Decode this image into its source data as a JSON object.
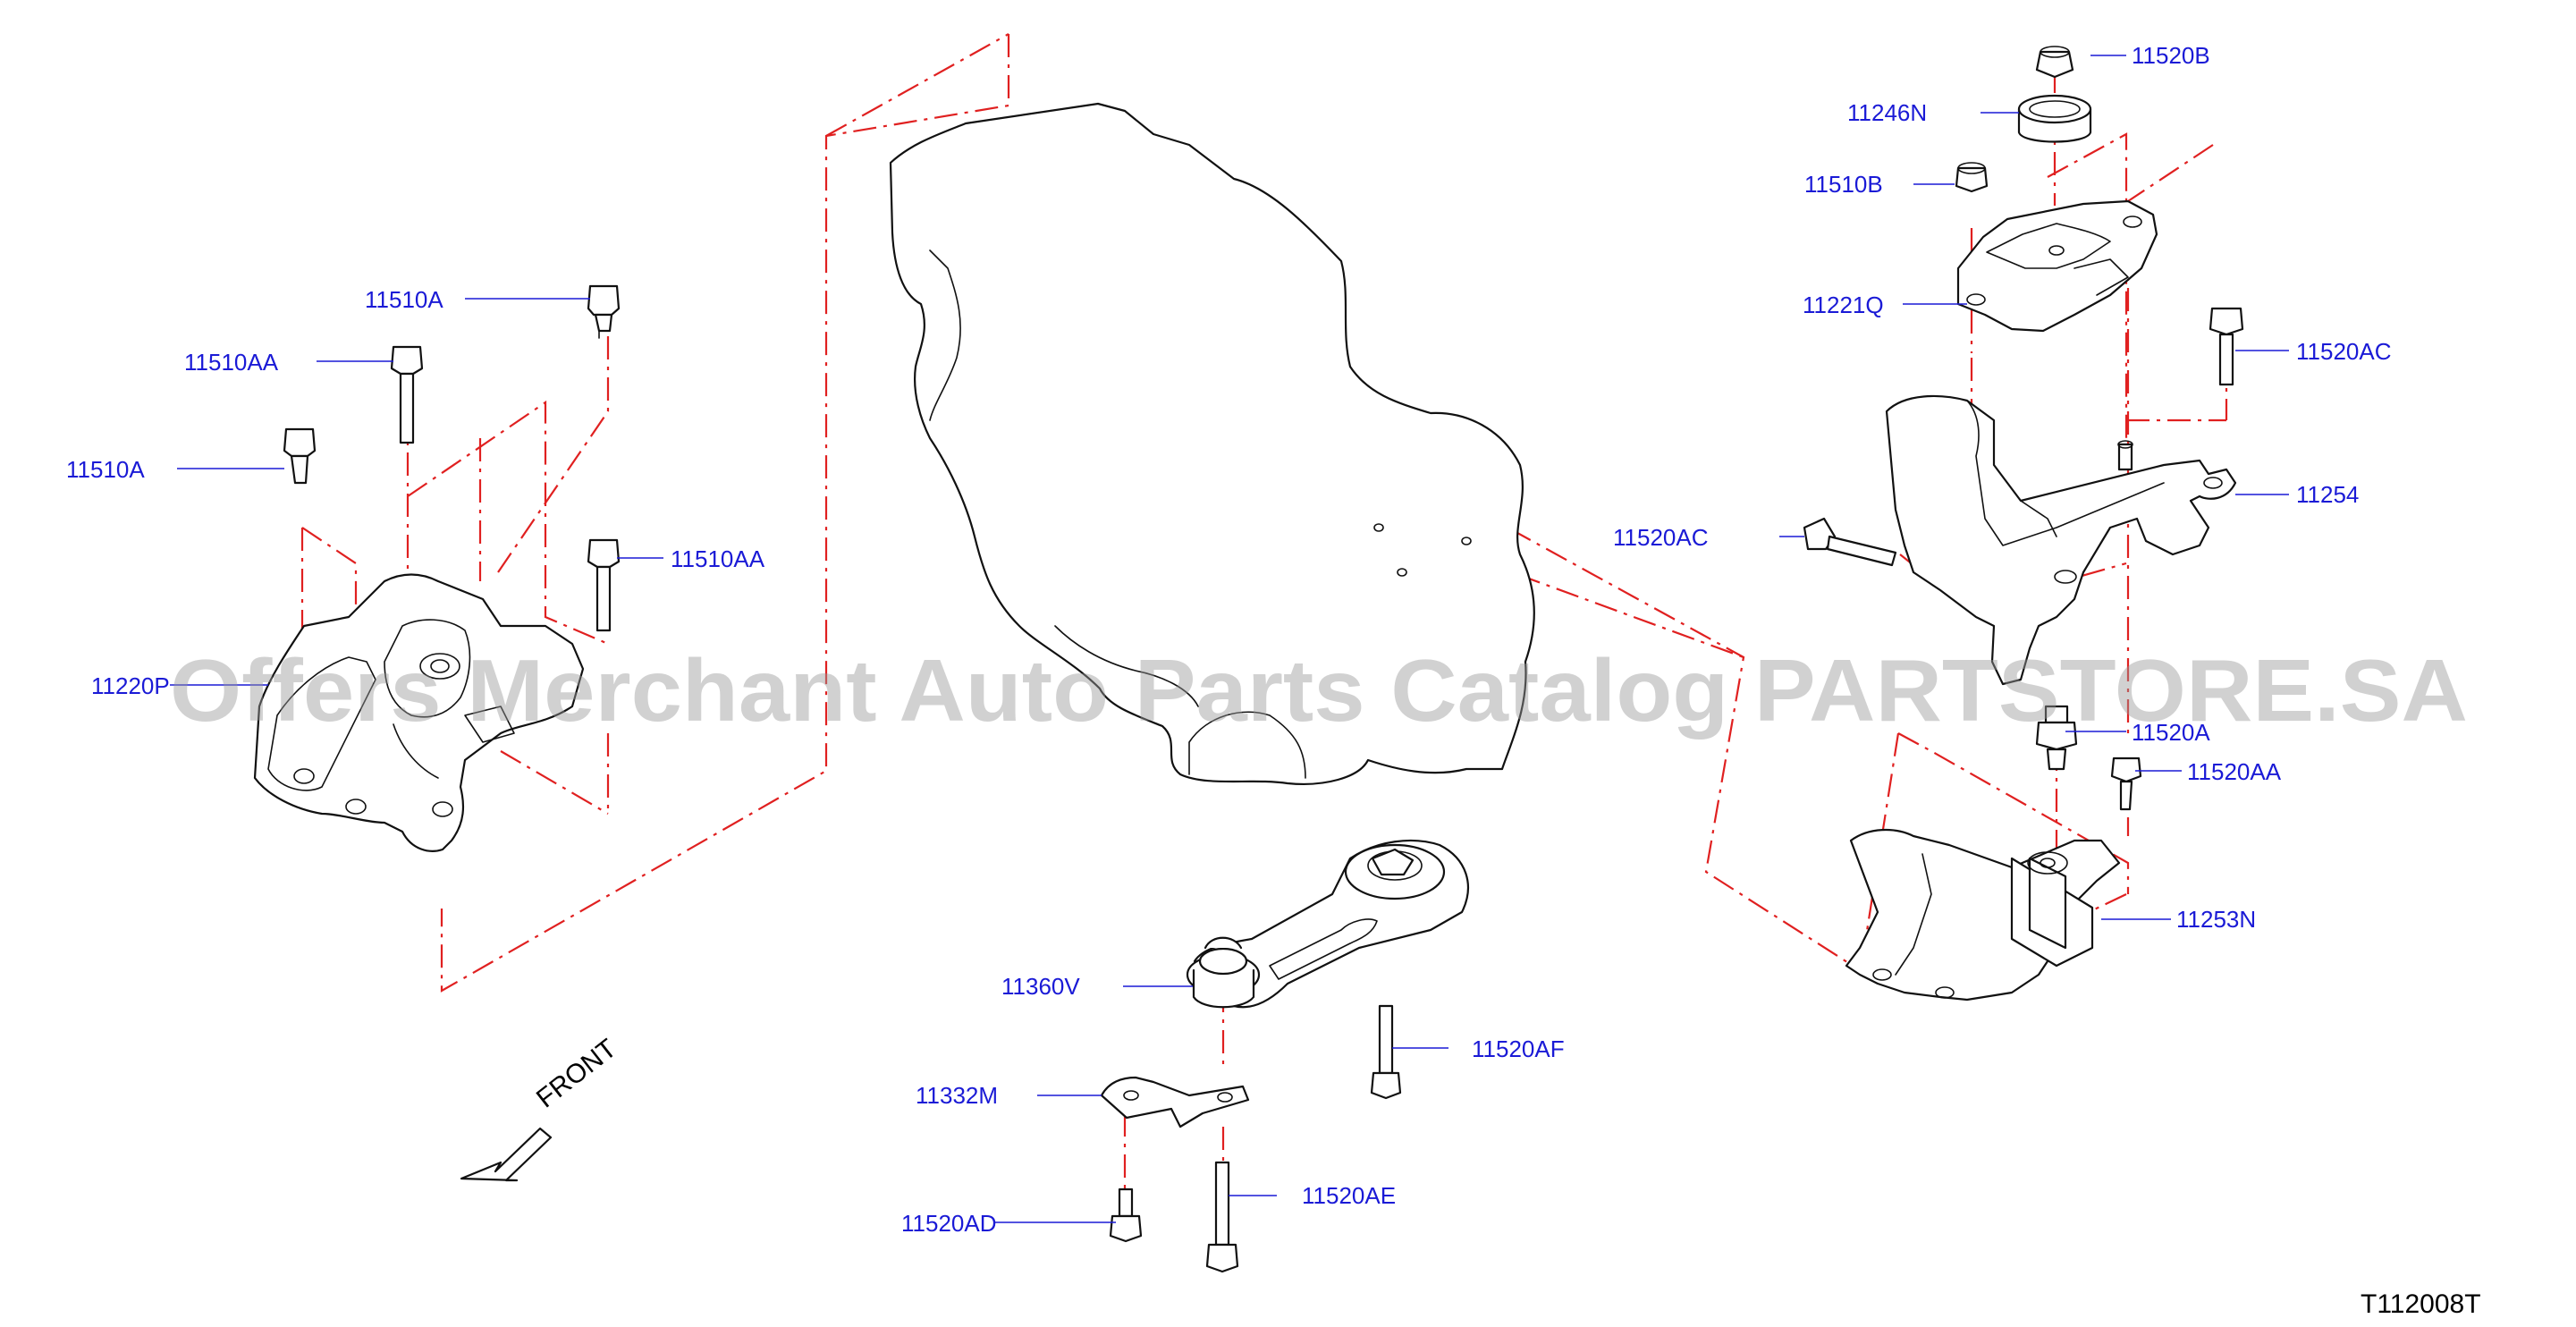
{
  "watermark": "Offers Merchant Auto Parts Catalog PARTSTORE.SA",
  "diagram_code": "T112008T",
  "front_label": "FRONT",
  "labels": {
    "p11520B": "11520B",
    "p11246N": "11246N",
    "p11510B": "11510B",
    "p11221Q": "11221Q",
    "p11520AC_a": "11520AC",
    "p11254": "11254",
    "p11520AC_b": "11520AC",
    "p11520A": "11520A",
    "p11520AA": "11520AA",
    "p11253N": "11253N",
    "p11510A_a": "11510A",
    "p11510AA_a": "11510AA",
    "p11510A_b": "11510A",
    "p11510AA_b": "11510AA",
    "p11220P": "11220P",
    "p11360V": "11360V",
    "p11520AF": "11520AF",
    "p11332M": "11332M",
    "p11520AE": "11520AE",
    "p11520AD": "11520AD"
  },
  "colors": {
    "label": "#1a1ad6",
    "centerline": "#e02020",
    "outline": "#111111",
    "watermark": "#9a9a9a"
  },
  "icons": {
    "front_arrow": "front-arrow-icon"
  }
}
